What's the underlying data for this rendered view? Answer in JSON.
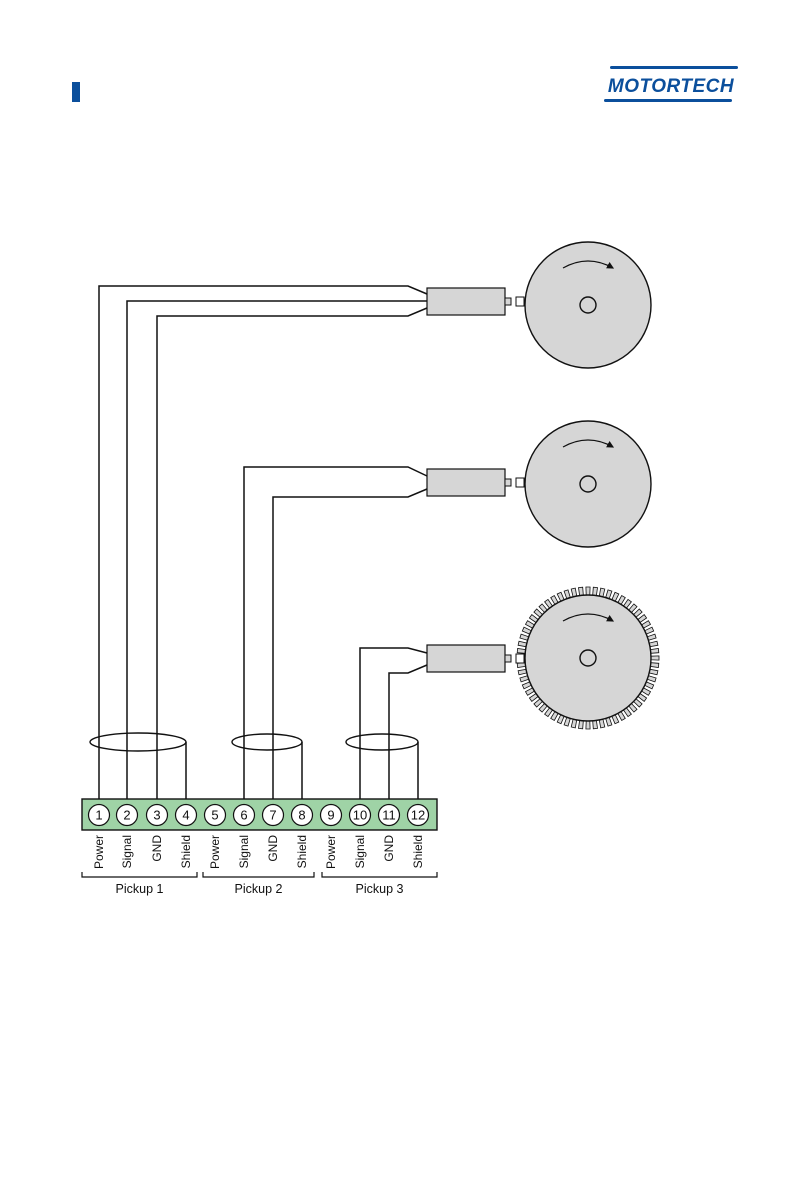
{
  "brand": {
    "name": "MOTORTECH",
    "color": "#0b4f9c"
  },
  "colors": {
    "terminal_fill": "#9fd3a6",
    "wheel_fill": "#d6d6d6",
    "wire": "#111111"
  },
  "terminals": [
    {
      "number": "1",
      "label": "Power"
    },
    {
      "number": "2",
      "label": "Signal"
    },
    {
      "number": "3",
      "label": "GND"
    },
    {
      "number": "4",
      "label": "Shield"
    },
    {
      "number": "5",
      "label": "Power"
    },
    {
      "number": "6",
      "label": "Signal"
    },
    {
      "number": "7",
      "label": "GND"
    },
    {
      "number": "8",
      "label": "Shield"
    },
    {
      "number": "9",
      "label": "Power"
    },
    {
      "number": "10",
      "label": "Signal"
    },
    {
      "number": "11",
      "label": "GND"
    },
    {
      "number": "12",
      "label": "Shield"
    }
  ],
  "groups": [
    {
      "label": "Pickup 1"
    },
    {
      "label": "Pickup 2"
    },
    {
      "label": "Pickup 3"
    }
  ],
  "icons": {
    "wheel1": "wheel-icon",
    "wheel2": "wheel-icon",
    "wheel3": "toothed-wheel-icon",
    "sensor": "pickup-sensor-icon",
    "rotation": "rotation-arrow-icon"
  }
}
